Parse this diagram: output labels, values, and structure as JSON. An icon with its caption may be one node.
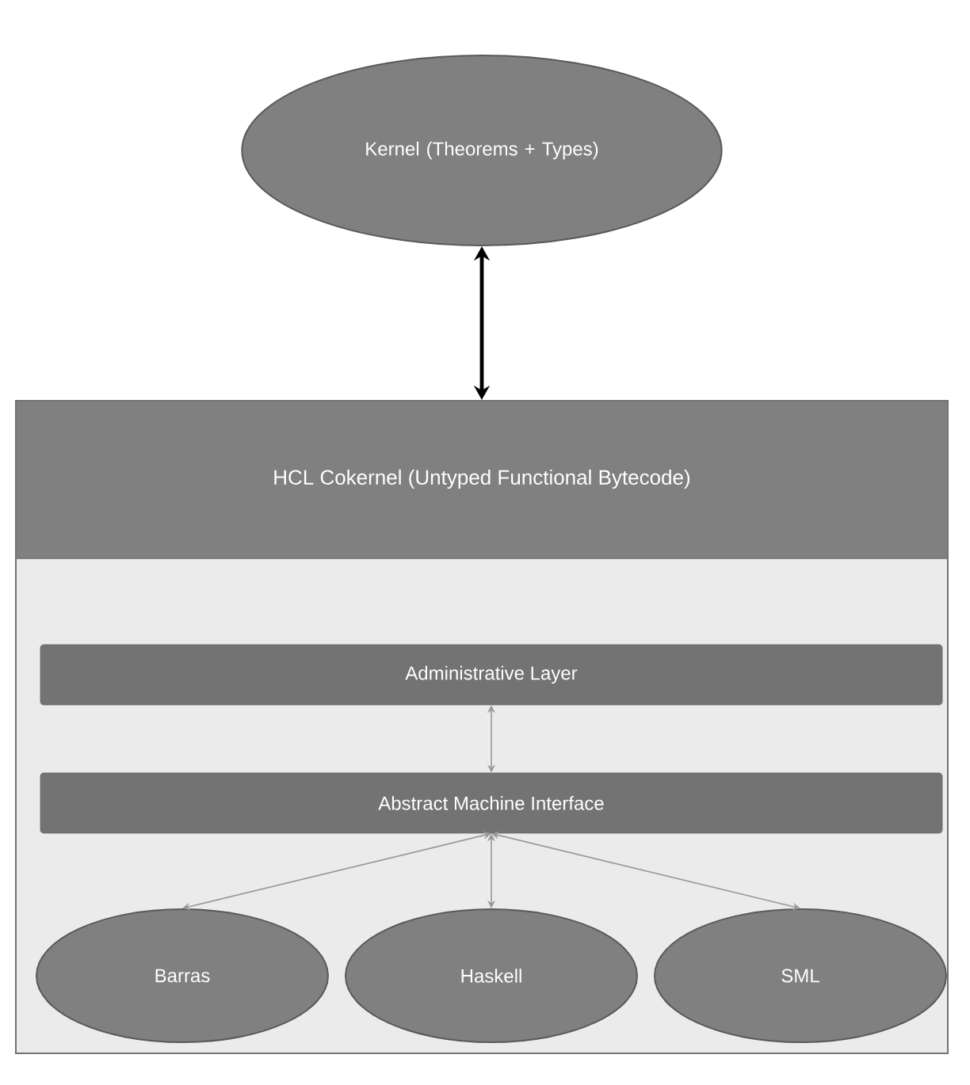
{
  "diagram": {
    "nodes": [
      {
        "text": [
          "Kernel (Theorems + Types)"
        ]
      },
      {
        "text": [
          "HCL Cokernel (Untyped Functional Bytecode)"
        ]
      },
      {
        "text": [
          "Administrative Layer"
        ],
        "in": 1
      },
      {
        "text": [
          "Abstract Machine Interface"
        ],
        "in": 1
      },
      {
        "text": [
          "Barras"
        ],
        "in": 1
      },
      {
        "text": [
          "Haskell"
        ],
        "in": 1
      },
      {
        "text": [
          "SML"
        ],
        "in": 1
      }
    ],
    "edges": [
      {
        "from": 0,
        "to": 1,
        "arrow": "both",
        "style": "thick",
        "color": "#000000"
      },
      {
        "from": 2,
        "to": 3,
        "arrow": "both"
      },
      {
        "from": 3,
        "to": 4,
        "arrow": "both"
      },
      {
        "from": 3,
        "to": 5,
        "arrow": "both"
      },
      {
        "from": 3,
        "to": 6,
        "arrow": "both"
      }
    ]
  }
}
